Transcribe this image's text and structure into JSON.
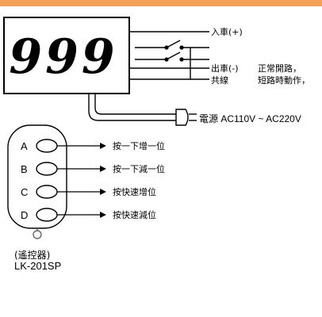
{
  "display": {
    "digits": "999"
  },
  "switch_labels": {
    "enter": "入車(+)",
    "exit": "出車(-)",
    "common": "共線"
  },
  "notes": {
    "line1": "正常開路，",
    "line2": "短路時動作，"
  },
  "power": {
    "label": "電源 AC110V ~ AC220V"
  },
  "remote": {
    "title": "(遙控器)",
    "model": "LK-201SP",
    "buttons": [
      {
        "letter": "A",
        "function": "按一下增一位"
      },
      {
        "letter": "B",
        "function": "按一下減一位"
      },
      {
        "letter": "C",
        "function": "按快速增位"
      },
      {
        "letter": "D",
        "function": "按快速減位"
      }
    ]
  },
  "colors": {
    "accent_bar": "#f4a259",
    "line": "#000000"
  }
}
